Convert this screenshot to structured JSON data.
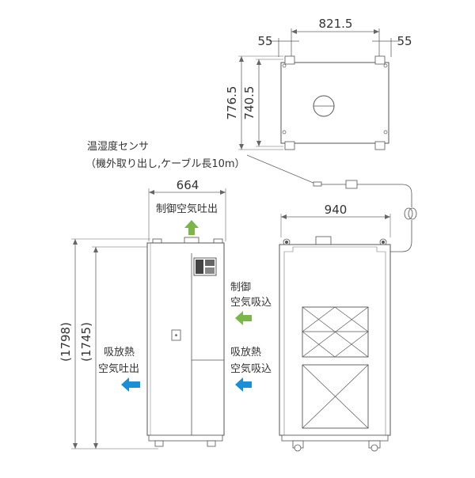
{
  "dimensions": {
    "top_width": "821.5",
    "top_margin_left": "55",
    "top_margin_right": "55",
    "top_depth_outer": "776.5",
    "top_depth_inner": "740.5",
    "front_width": "664",
    "side_width": "940",
    "height_total": "(1798)",
    "height_body": "(1745)"
  },
  "labels": {
    "sensor_line1": "温湿度センサ",
    "sensor_line2": "（機外取り出し,ケーブル長10m）",
    "control_out": "制御空気吐出",
    "control_in_1": "制御",
    "control_in_2": "空気吸込",
    "heat_in_1": "吸放熱",
    "heat_in_2": "空気吸込",
    "heat_out_1": "吸放熱",
    "heat_out_2": "空気吐出"
  },
  "colors": {
    "line": "#555555",
    "dim_line": "#666666",
    "green_arrow": "#7ab648",
    "blue_arrow": "#1a8fd8",
    "panel": "#ffffff"
  },
  "icons": {
    "green_arrow": "arrow-green",
    "blue_arrow": "arrow-blue"
  }
}
